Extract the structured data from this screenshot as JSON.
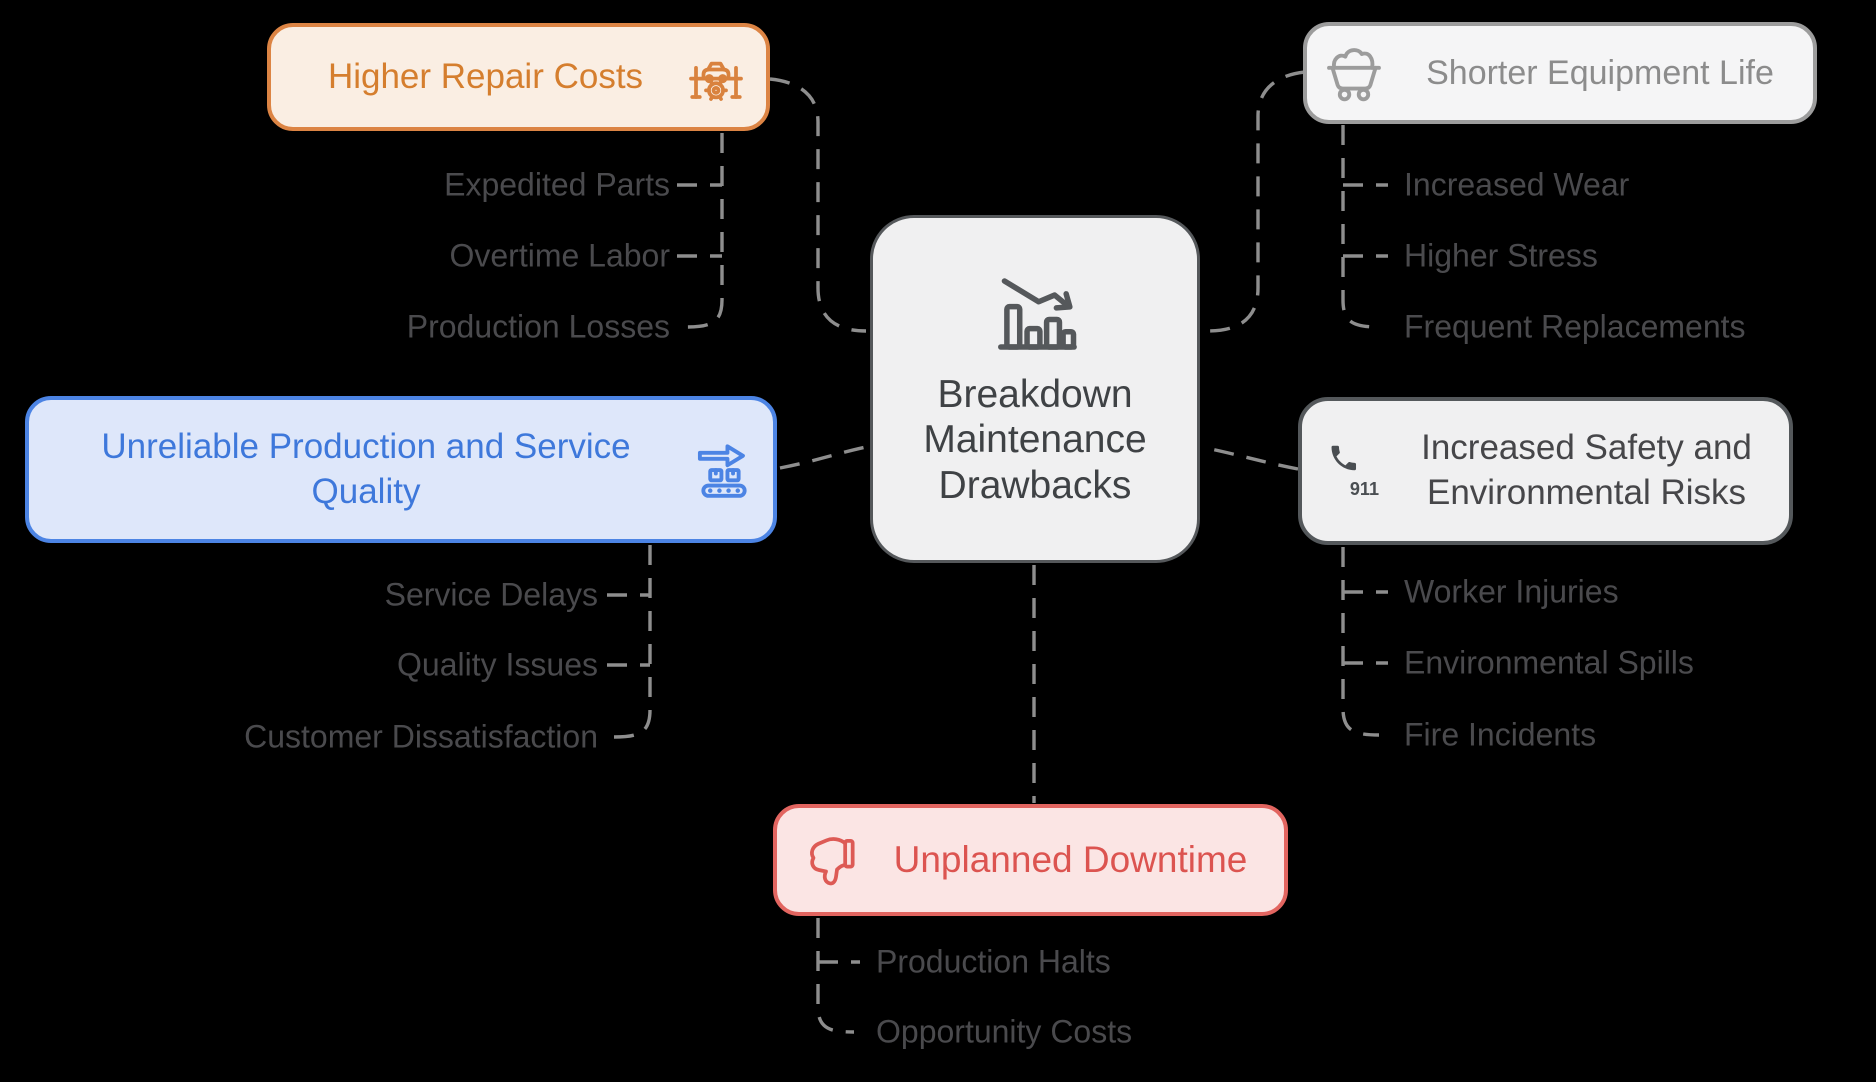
{
  "diagram_title": "Breakdown Maintenance Drawbacks mind map",
  "colors": {
    "background": "#000000",
    "connector": "#8E8E8E",
    "child_label": "#4A4A4D",
    "center_accent": "#55585B",
    "orange_accent": "#DC8444",
    "blue_accent": "#4C84E4",
    "gray_accent": "#9C9C9C",
    "dark_gray_accent": "#54585B",
    "red_accent": "#E26560"
  },
  "center": {
    "label": "Breakdown Maintenance Drawbacks",
    "icon": "declining-bar-chart-icon"
  },
  "branches": [
    {
      "id": "higher-repair-costs",
      "label": "Higher Repair Costs",
      "icon": "car-lift-icon",
      "accent": "#DC8444",
      "background": "#FAEEE3",
      "text_color": "#D57E2E",
      "children": [
        "Expedited Parts",
        "Overtime Labor",
        "Production Losses"
      ]
    },
    {
      "id": "shorter-equipment-life",
      "label": "Shorter Equipment Life",
      "icon": "mine-cart-icon",
      "accent": "#9C9C9C",
      "background": "#F5F5F6",
      "text_color": "#8C8C8C",
      "children": [
        "Increased Wear",
        "Higher Stress",
        "Frequent Replacements"
      ]
    },
    {
      "id": "unreliable-production-and-service-quality",
      "label": "Unreliable Production and Service Quality",
      "icon": "conveyor-belt-icon",
      "accent": "#4C84E4",
      "background": "#DEE7FA",
      "text_color": "#3E78DB",
      "children": [
        "Service Delays",
        "Quality Issues",
        "Customer Dissatisfaction"
      ]
    },
    {
      "id": "increased-safety-and-environmental-risks",
      "label": "Increased Safety and Environmental Risks",
      "icon": "emergency-phone-911-icon",
      "badge": "911",
      "accent": "#54585B",
      "background": "#F0F0F1",
      "text_color": "#464649",
      "children": [
        "Worker Injuries",
        "Environmental Spills",
        "Fire Incidents"
      ]
    },
    {
      "id": "unplanned-downtime",
      "label": "Unplanned Downtime",
      "icon": "thumbs-down-icon",
      "accent": "#E26560",
      "background": "#FBE5E4",
      "text_color": "#DC5450",
      "children": [
        "Production Halts",
        "Opportunity Costs"
      ]
    }
  ]
}
